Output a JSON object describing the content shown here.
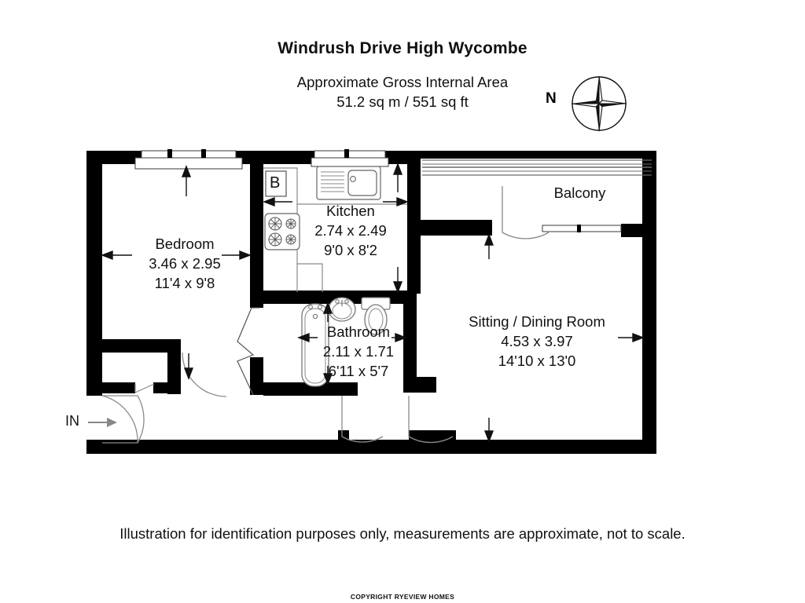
{
  "document": {
    "title": "Windrush Drive  High Wycombe",
    "area_line1": "Approximate Gross Internal Area",
    "area_line2": "51.2 sq m / 551 sq ft",
    "footnote": "Illustration for identification purposes only, measurements are approximate, not to scale.",
    "copyright": "COPYRIGHT RYEVIEW HOMES"
  },
  "compass": {
    "label": "N",
    "icon": "compass-rose-icon"
  },
  "rooms": [
    {
      "id": "bedroom",
      "name": "Bedroom",
      "metric": "3.46 x 2.95",
      "imperial": "11'4 x 9'8"
    },
    {
      "id": "kitchen",
      "name": "Kitchen",
      "metric": "2.74 x 2.49",
      "imperial": "9'0 x 8'2"
    },
    {
      "id": "bathroom",
      "name": "Bathroom",
      "metric": "2.11 x 1.71",
      "imperial": "6'11 x 5'7"
    },
    {
      "id": "sitting-dining-room",
      "name": "Sitting / Dining Room",
      "metric": "4.53 x 3.97",
      "imperial": "14'10 x 13'0"
    },
    {
      "id": "balcony",
      "name": "Balcony",
      "metric": "",
      "imperial": ""
    }
  ],
  "markers": {
    "boiler_label": "B",
    "entrance_label": "IN"
  },
  "colors": {
    "wall": "#000000",
    "background": "#ffffff",
    "fixture_line": "#5a5a5a",
    "text": "#111111"
  }
}
